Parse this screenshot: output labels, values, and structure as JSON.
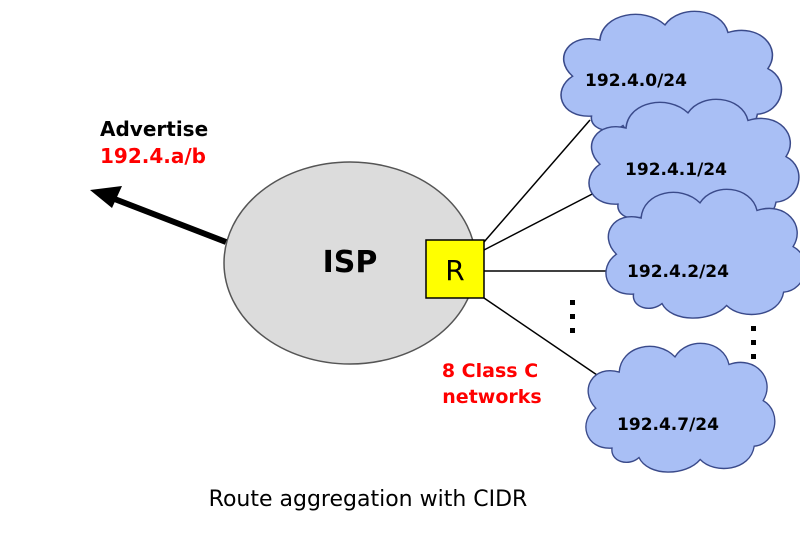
{
  "advertise": {
    "label": "Advertise",
    "prefix": "192.4.a/b"
  },
  "isp": {
    "label": "ISP"
  },
  "router": {
    "label": "R"
  },
  "networks": [
    {
      "label": "192.4.0/24"
    },
    {
      "label": "192.4.1/24"
    },
    {
      "label": "192.4.2/24"
    },
    {
      "label": "192.4.7/24"
    }
  ],
  "note": {
    "line1": "8 Class C",
    "line2": "networks"
  },
  "caption": "Route aggregation with CIDR",
  "colors": {
    "ellipse_fill": "#dcdcdc",
    "router_fill": "#ffff00",
    "cloud_fill": "#a9bff5",
    "accent_red": "#ff0000",
    "text": "#000000"
  }
}
